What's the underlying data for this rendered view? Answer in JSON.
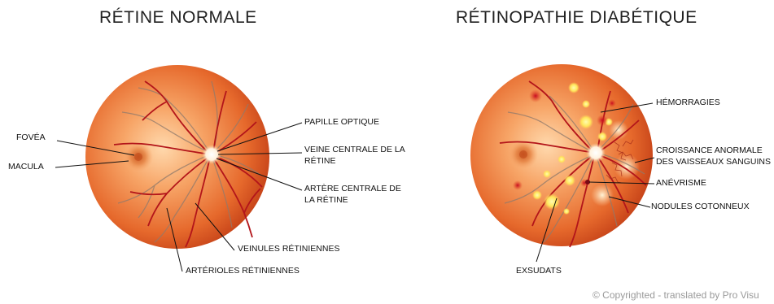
{
  "titles": {
    "left": "RÉTINE NORMALE",
    "right": "RÉTINOPATHIE DIABÉTIQUE"
  },
  "labels_left": {
    "fovea": "FOVÉA",
    "macula": "MACULA",
    "papille": "PAPILLE OPTIQUE",
    "veine_1": "VEINE CENTRALE DE LA",
    "veine_2": "RÉTINE",
    "artere_1": "ARTÈRE CENTRALE DE",
    "artere_2": "LA RÉTINE",
    "veinules": "VEINULES RÉTINIENNES",
    "arterioles": "ARTÉRIOLES RÉTINIENNES"
  },
  "labels_right": {
    "hemorragies": "HÉMORRAGIES",
    "croissance_1": "CROISSANCE ANORMALE",
    "croissance_2": "DES VAISSEAUX SANGUINS",
    "anevrisme": "ANÉVRISME",
    "nodules": "NODULES COTONNEUX",
    "exsudats": "EXSUDATS"
  },
  "copyright": "© Copyrighted - translated by Pro Visu",
  "colors": {
    "retina_edge": "#c8441a",
    "retina_mid": "#f08a45",
    "retina_center": "#ffd6a8",
    "vessel_artery": "#b0181a",
    "vessel_vein": "#8a6a5a",
    "exudate": "#fff06a",
    "hemorrhage": "#d0102a"
  }
}
